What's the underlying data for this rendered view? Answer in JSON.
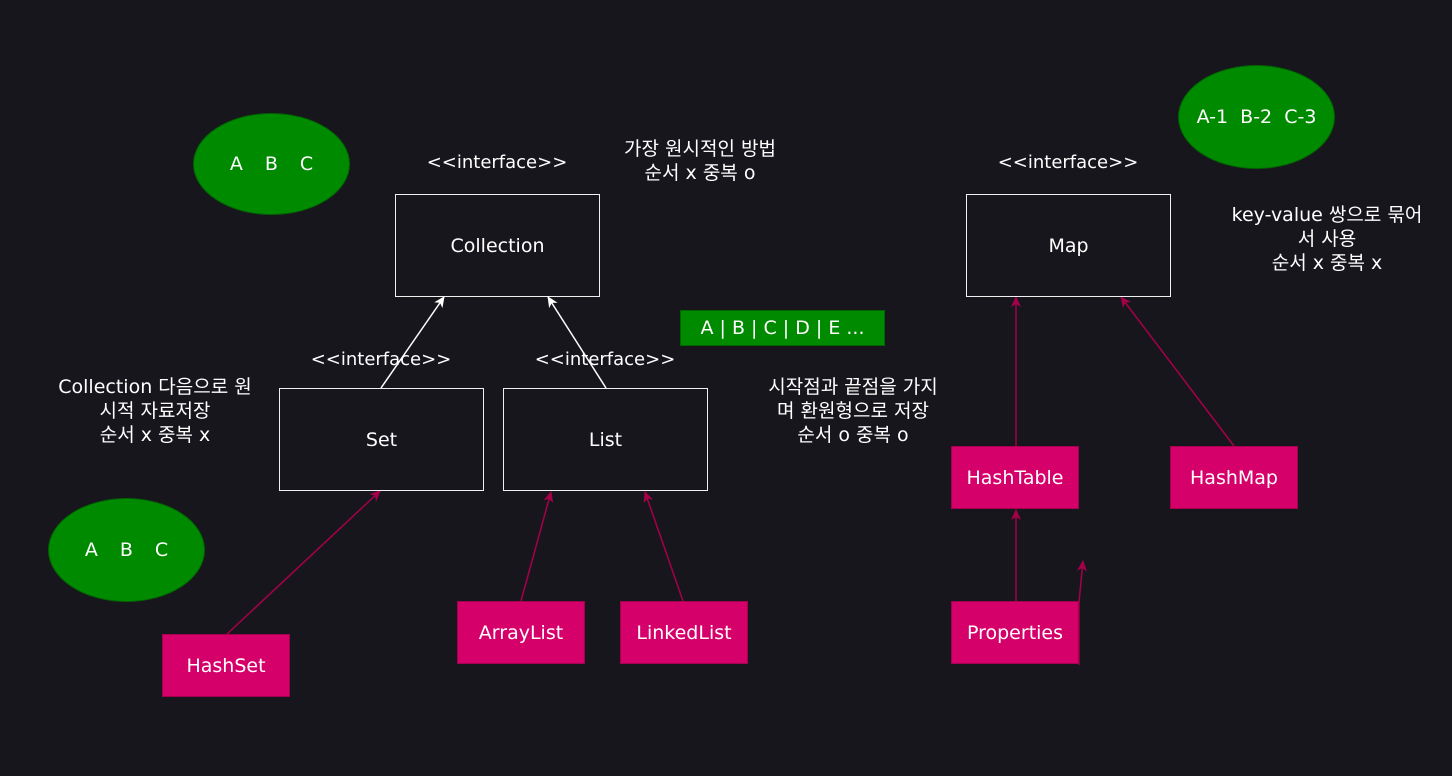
{
  "interfaces": {
    "collection": {
      "stereotype": "<<interface>>",
      "name": "Collection"
    },
    "set": {
      "stereotype": "<<interface>>",
      "name": "Set"
    },
    "list": {
      "stereotype": "<<interface>>",
      "name": "List"
    },
    "map": {
      "stereotype": "<<interface>>",
      "name": "Map"
    }
  },
  "classes": {
    "hashset": "HashSet",
    "arraylist": "ArrayList",
    "linkedlist": "LinkedList",
    "hashtable": "HashTable",
    "hashmap": "HashMap",
    "properties": "Properties"
  },
  "notes": {
    "collection": [
      "가장 원시적인 방법",
      "순서 x 중복 o"
    ],
    "set": [
      "Collection 다음으로 원",
      "시적 자료저장",
      "순서 x 중복 x"
    ],
    "list": [
      "시작점과 끝점을 가지",
      "며 환원형으로 저장",
      "순서 o 중복 o"
    ],
    "map": [
      "key-value 쌍으로 묶어",
      "서 사용",
      "순서 x 중복 x"
    ]
  },
  "examples": {
    "collection_ellipse": [
      "A",
      "B",
      "C"
    ],
    "set_ellipse": [
      "A",
      "B",
      "C"
    ],
    "list_box": "A | B | C | D | E ...",
    "map_ellipse": "A-1  B-2  C-3"
  },
  "colors": {
    "background": "#18161d",
    "interface_border": "#f0f0f0",
    "class_fill": "#d6006b",
    "example_fill": "#008a00",
    "implements_arrow": "#a50049",
    "extends_arrow": "#ffffff"
  }
}
